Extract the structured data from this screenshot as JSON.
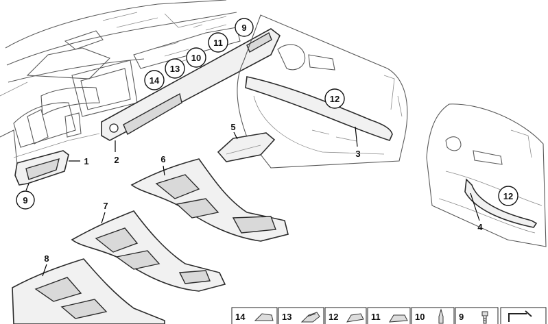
{
  "callouts": {
    "c1": "1",
    "c2": "2",
    "c3": "3",
    "c4": "4",
    "c5": "5",
    "c6": "6",
    "c7": "7",
    "c8": "8",
    "c9a": "9",
    "c9b": "9",
    "c10": "10",
    "c11": "11",
    "c12a": "12",
    "c12b": "12",
    "c13": "13",
    "c14": "14"
  },
  "legend": [
    {
      "num": "14",
      "icon": "clip-icon"
    },
    {
      "num": "13",
      "icon": "spring-clip-icon"
    },
    {
      "num": "12",
      "icon": "clip-icon"
    },
    {
      "num": "11",
      "icon": "clip-icon"
    },
    {
      "num": "10",
      "icon": "expanding-rivet-icon"
    },
    {
      "num": "9",
      "icon": "screw-icon"
    },
    {
      "num": "",
      "icon": "arrow-icon"
    }
  ]
}
